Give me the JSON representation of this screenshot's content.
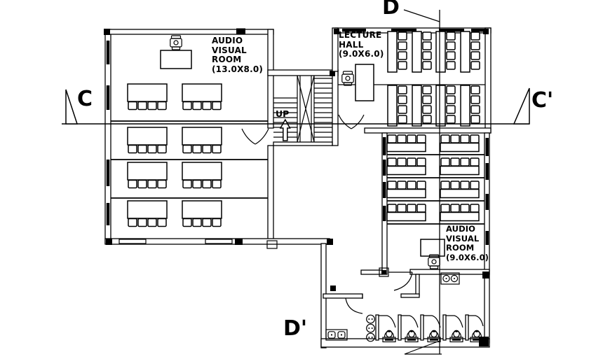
{
  "drawing_type": "architectural-floor-plan",
  "colors": {
    "background": "#ffffff",
    "line": "#000000"
  },
  "section_markers": {
    "c": "C",
    "c_prime": "C'",
    "d": "D",
    "d_prime": "D'"
  },
  "stair": {
    "direction_label": "UP"
  },
  "rooms": {
    "av_room_left": {
      "name": [
        "AUDIO",
        "VISUAL",
        "ROOM"
      ],
      "dimensions": "(13.0X8.0)",
      "table_count": 8,
      "chairs_per_table": 4
    },
    "lecture_hall": {
      "name": [
        "LECTURE",
        "HALL"
      ],
      "dimensions": "(9.0X6.0)",
      "desk_count": 8,
      "chairs_per_desk": 4
    },
    "av_room_right": {
      "name": [
        "AUDIO",
        "VISUAL",
        "ROOM"
      ],
      "dimensions": "(9.0X6.0)",
      "table_count": 8,
      "chairs_per_table": 4
    },
    "toilet_block": {
      "wc_count": 5,
      "stall_count": 5,
      "basin_counter_sinks": 2,
      "round_basin_count": 3
    }
  }
}
